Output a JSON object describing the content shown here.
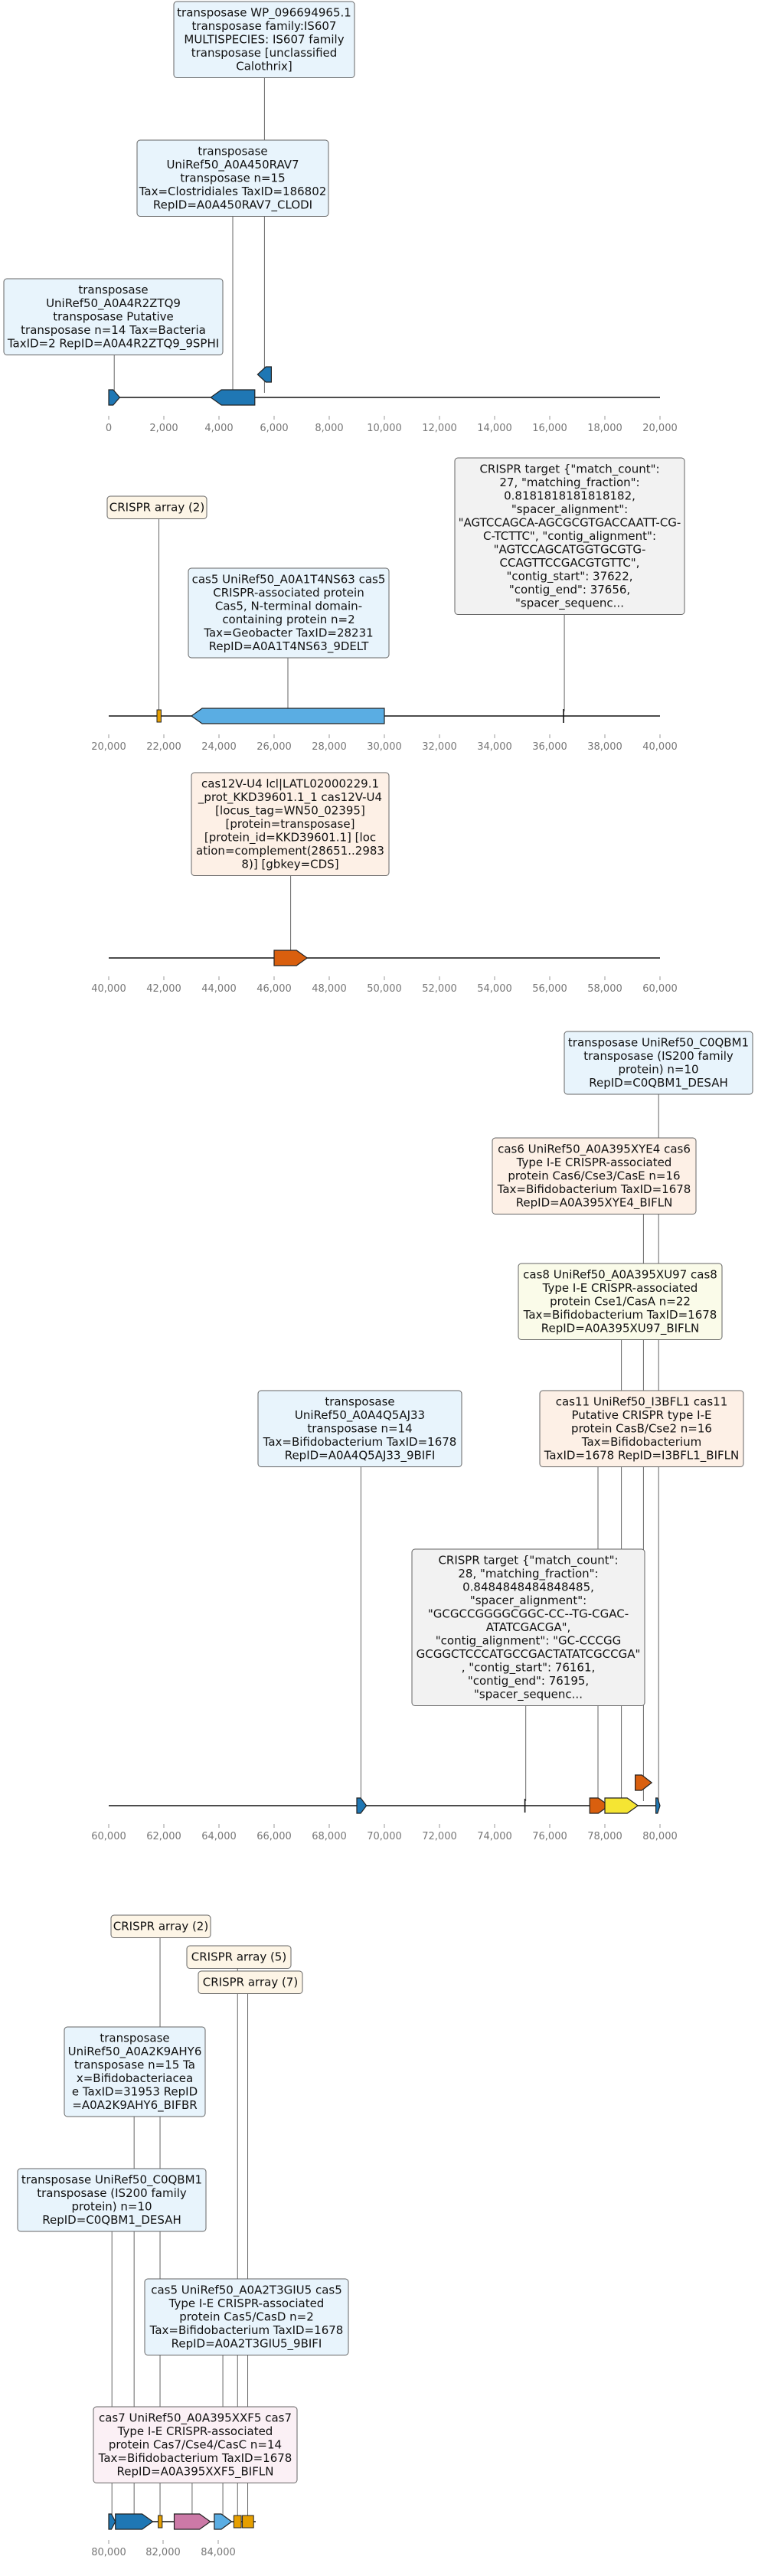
{
  "palette": {
    "blue_dark": "#1f77b4",
    "blue_light": "#5aade3",
    "orange": "#d95f0e",
    "yellow": "#f5e533",
    "gold": "#e69f00",
    "pink": "#cc79a7",
    "box_transposase": "#e8f4fc",
    "box_crispr": "#f2f2f2",
    "box_array": "#fdf5e6",
    "box_cas_orange": "#fdf0e6",
    "box_cas_yellow": "#fafbe9",
    "box_cas_pink": "#fbf0f5"
  },
  "tracks": [
    {
      "id": "track-1",
      "range": [
        0,
        20000
      ],
      "ticks": [
        "0",
        "2,000",
        "4,000",
        "6,000",
        "8,000",
        "10,000",
        "12,000",
        "14,000",
        "16,000",
        "18,000",
        "20,000"
      ],
      "features": [
        {
          "name": "transposase-gene-1",
          "start": 0,
          "end": 400,
          "strand": 1,
          "color": "blue_dark",
          "row": 0
        },
        {
          "name": "transposase-gene-2",
          "start": 3700,
          "end": 5300,
          "strand": -1,
          "color": "blue_dark",
          "row": 0
        },
        {
          "name": "transposase-gene-3",
          "start": 5400,
          "end": 5900,
          "strand": -1,
          "color": "blue_dark",
          "row": 1
        }
      ],
      "labels": [
        {
          "text": [
            "transposase WP_096694965.1",
            "transposase family:IS607",
            "MULTISPECIES: IS607 family",
            "transposase [unclassified",
            "Calothrix]"
          ],
          "box": "box_transposase",
          "anchor": 5650
        },
        {
          "text": [
            "transposase",
            "UniRef50_A0A450RAV7",
            "transposase n=15",
            "Tax=Clostridiales TaxID=186802",
            "RepID=A0A450RAV7_CLODI"
          ],
          "box": "box_transposase",
          "anchor": 4500
        },
        {
          "text": [
            "transposase",
            "UniRef50_A0A4R2ZTQ9",
            "transposase Putative",
            "transposase n=14 Tax=Bacteria",
            "TaxID=2 RepID=A0A4R2ZTQ9_9SPHI"
          ],
          "box": "box_transposase",
          "anchor": 200
        }
      ]
    },
    {
      "id": "track-2",
      "range": [
        20000,
        40000
      ],
      "ticks": [
        "20,000",
        "22,000",
        "24,000",
        "26,000",
        "28,000",
        "30,000",
        "32,000",
        "34,000",
        "36,000",
        "38,000",
        "40,000"
      ],
      "features": [
        {
          "name": "crispr-array-mark",
          "start": 21750,
          "end": 21900,
          "strand": 0,
          "color": "gold",
          "row": 0
        },
        {
          "name": "cas5-gene",
          "start": 23000,
          "end": 30000,
          "strand": -1,
          "color": "blue_light",
          "row": 0
        },
        {
          "name": "crispr-target-mark",
          "start": 36500,
          "end": 36560,
          "strand": 0,
          "color": "line",
          "row": 0
        }
      ],
      "labels": [
        {
          "text": [
            "CRISPR target {\"match_count\":",
            "27, \"matching_fraction\":",
            "0.8181818181818182,",
            "\"spacer_alignment\":",
            "\"AGTCCAGCA-AGCGCGTGACCAATT-CG-",
            "C-TCTTC\", \"contig_alignment\":",
            "\"AGTCCAGCATGGTGCGTG-",
            "CCAGTTCCGACGTGTTC\",",
            "\"contig_start\": 37622,",
            "\"contig_end\": 37656,",
            "\"spacer_sequenc..."
          ],
          "box": "box_crispr",
          "anchor": 36530
        },
        {
          "text": [
            "CRISPR array (2)"
          ],
          "box": "box_array",
          "anchor": 21820
        },
        {
          "text": [
            "cas5 UniRef50_A0A1T4NS63 cas5",
            "CRISPR-associated protein",
            "Cas5, N-terminal domain-",
            "containing protein n=2",
            "Tax=Geobacter TaxID=28231",
            "RepID=A0A1T4NS63_9DELT"
          ],
          "box": "box_transposase",
          "anchor": 26500
        }
      ]
    },
    {
      "id": "track-3",
      "range": [
        40000,
        60000
      ],
      "ticks": [
        "40,000",
        "42,000",
        "44,000",
        "46,000",
        "48,000",
        "50,000",
        "52,000",
        "54,000",
        "56,000",
        "58,000",
        "60,000"
      ],
      "features": [
        {
          "name": "cas12v-u4-gene",
          "start": 46000,
          "end": 47200,
          "strand": 1,
          "color": "orange",
          "row": 0
        }
      ],
      "labels": [
        {
          "text": [
            "cas12V-U4 lcl|LATL02000229.1",
            "_prot_KKD39601.1_1 cas12V-U4",
            "[locus_tag=WN50_02395]",
            "[protein=transposase]",
            "[protein_id=KKD39601.1] [loc",
            "ation=complement(28651..2983",
            "8)] [gbkey=CDS]"
          ],
          "box": "box_cas_orange",
          "anchor": 46600
        }
      ]
    },
    {
      "id": "track-4",
      "range": [
        60000,
        80000
      ],
      "ticks": [
        "60,000",
        "62,000",
        "64,000",
        "66,000",
        "68,000",
        "70,000",
        "72,000",
        "74,000",
        "76,000",
        "78,000",
        "80,000"
      ],
      "features": [
        {
          "name": "transposase-gene-4",
          "start": 69000,
          "end": 69350,
          "strand": 1,
          "color": "blue_dark",
          "row": 0
        },
        {
          "name": "crispr-target-mark-2",
          "start": 75100,
          "end": 75160,
          "strand": 0,
          "color": "line",
          "row": 0
        },
        {
          "name": "cas11-gene",
          "start": 77450,
          "end": 78150,
          "strand": 1,
          "color": "orange",
          "row": 0
        },
        {
          "name": "cas8-gene",
          "start": 78000,
          "end": 79200,
          "strand": 1,
          "color": "yellow",
          "row": 0
        },
        {
          "name": "cas6-gene",
          "start": 79100,
          "end": 79700,
          "strand": 1,
          "color": "orange",
          "row": 1
        },
        {
          "name": "transposase-gene-5",
          "start": 79850,
          "end": 80000,
          "strand": 1,
          "color": "blue_dark",
          "row": 0
        }
      ],
      "labels": [
        {
          "text": [
            "transposase UniRef50_C0QBM1",
            "transposase (IS200 family",
            "protein) n=10",
            "RepID=C0QBM1_DESAH"
          ],
          "box": "box_transposase",
          "anchor": 79950
        },
        {
          "text": [
            "cas6 UniRef50_A0A395XYE4 cas6",
            "Type I-E CRISPR-associated",
            "protein Cas6/Cse3/CasE n=16",
            "Tax=Bifidobacterium TaxID=1678",
            "RepID=A0A395XYE4_BIFLN"
          ],
          "box": "box_cas_orange",
          "anchor": 79400
        },
        {
          "text": [
            "cas8 UniRef50_A0A395XU97 cas8",
            "Type I-E CRISPR-associated",
            "protein Cse1/CasA n=22",
            "Tax=Bifidobacterium TaxID=1678",
            "RepID=A0A395XU97_BIFLN"
          ],
          "box": "box_cas_yellow",
          "anchor": 78600
        },
        {
          "text": [
            "transposase",
            "UniRef50_A0A4Q5AJ33",
            "transposase n=14",
            "Tax=Bifidobacterium TaxID=1678",
            "RepID=A0A4Q5AJ33_9BIFI"
          ],
          "box": "box_transposase",
          "anchor": 69150
        },
        {
          "text": [
            "cas11 UniRef50_I3BFL1 cas11",
            "Putative CRISPR type I-E",
            "protein CasB/Cse2 n=16",
            "Tax=Bifidobacterium",
            "TaxID=1678 RepID=I3BFL1_BIFLN"
          ],
          "box": "box_cas_orange",
          "anchor": 77750
        },
        {
          "text": [
            "CRISPR target {\"match_count\":",
            "28, \"matching_fraction\":",
            "0.8484848484848485,",
            "\"spacer_alignment\":",
            "\"GCGCCGGGGCGGC-CC--TG-CGAC-",
            "ATATCGACGA\",",
            "\"contig_alignment\": \"GC-CCCGG",
            "GCGGCTCCCATGCCGACTATATCGCCGA\"",
            ", \"contig_start\": 76161,",
            "\"contig_end\": 76195,",
            "\"spacer_sequenc..."
          ],
          "box": "box_crispr",
          "anchor": 75130
        }
      ]
    },
    {
      "id": "track-5",
      "range": [
        80000,
        85500
      ],
      "ticks": [
        "80,000",
        "82,000",
        "84,000"
      ],
      "features": [
        {
          "name": "transposase-gene-6",
          "start": 80000,
          "end": 80250,
          "strand": 1,
          "color": "blue_dark",
          "row": 0
        },
        {
          "name": "transposase-gene-7",
          "start": 80250,
          "end": 81650,
          "strand": 1,
          "color": "blue_dark",
          "row": 0
        },
        {
          "name": "crispr-array-mark-2",
          "start": 81850,
          "end": 82000,
          "strand": 0,
          "color": "gold",
          "row": 0
        },
        {
          "name": "cas7-gene",
          "start": 82450,
          "end": 83800,
          "strand": 1,
          "color": "pink",
          "row": 0
        },
        {
          "name": "cas5-gene-2",
          "start": 83950,
          "end": 84600,
          "strand": 1,
          "color": "blue_light",
          "row": 0
        },
        {
          "name": "crispr-array-mark-3",
          "start": 84680,
          "end": 84960,
          "strand": 0,
          "color": "gold",
          "row": 0
        },
        {
          "name": "crispr-array-mark-4",
          "start": 85000,
          "end": 85420,
          "strand": 0,
          "color": "gold",
          "row": 0
        }
      ],
      "labels": [
        {
          "text": [
            "CRISPR array (2)"
          ],
          "box": "box_array",
          "anchor": 81920
        },
        {
          "text": [
            "CRISPR array (5)"
          ],
          "box": "box_array",
          "anchor": 84820
        },
        {
          "text": [
            "CRISPR array (7)"
          ],
          "box": "box_array",
          "anchor": 85200
        },
        {
          "text": [
            "transposase",
            "UniRef50_A0A2K9AHY6",
            "transposase n=15 Ta",
            "x=Bifidobacteriacea",
            "e TaxID=31953 RepID",
            "=A0A2K9AHY6_BIFBR"
          ],
          "box": "box_transposase",
          "anchor": 80950
        },
        {
          "text": [
            "transposase UniRef50_C0QBM1",
            "transposase (IS200 family",
            "protein) n=10",
            "RepID=C0QBM1_DESAH"
          ],
          "box": "box_transposase",
          "anchor": 80120
        },
        {
          "text": [
            "cas5 UniRef50_A0A2T3GIU5 cas5",
            "Type I-E CRISPR-associated",
            "protein Cas5/CasD n=2",
            "Tax=Bifidobacterium TaxID=1678",
            "RepID=A0A2T3GIU5_9BIFI"
          ],
          "box": "box_transposase",
          "anchor": 84270
        },
        {
          "text": [
            "cas7 UniRef50_A0A395XXF5 cas7",
            "Type I-E CRISPR-associated",
            "protein Cas7/Cse4/CasC n=14",
            "Tax=Bifidobacterium TaxID=1678",
            "RepID=A0A395XXF5_BIFLN"
          ],
          "box": "box_cas_pink",
          "anchor": 83120
        }
      ]
    }
  ]
}
